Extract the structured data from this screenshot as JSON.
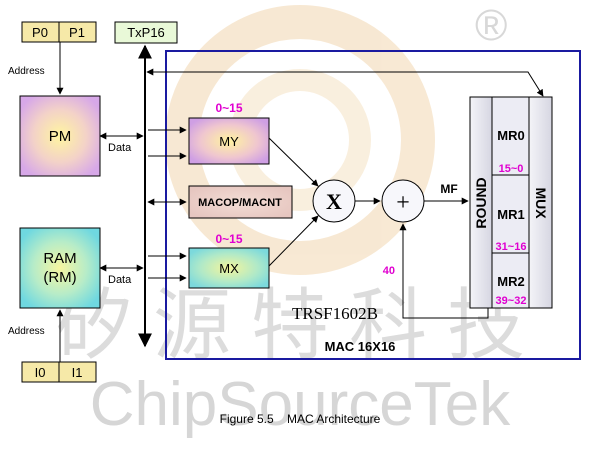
{
  "diagram": {
    "caption": "Figure 5.5    MAC Architecture",
    "watermark": {
      "cn": "矽源特科技",
      "en": "ChipSourceTek",
      "mark": "®"
    },
    "pointers_p": [
      "P0",
      "P1"
    ],
    "pointers_i": [
      "I0",
      "I1"
    ],
    "address_top": "Address",
    "address_bottom": "Address",
    "txp16": "TxP16",
    "pm_label": "PM",
    "ram_label_1": "RAM",
    "ram_label_2": "(RM)",
    "data_top": "Data",
    "data_bottom": "Data",
    "my_label": "MY",
    "my_range": "0~15",
    "mx_label": "MX",
    "mx_range": "0~15",
    "macop_label": "MACOP/MACNT",
    "multiply_symbol": "X",
    "add_symbol": "+",
    "mf_label": "MF",
    "feedback_value": "40",
    "round_label": "ROUND",
    "mux_label": "MUX",
    "mr0": "MR0",
    "mr0_range": "15~0",
    "mr1": "MR1",
    "mr1_range": "31~16",
    "mr2": "MR2",
    "mr2_range": "39~32",
    "chip_name": "TRSF1602B",
    "mac_title": "MAC 16X16"
  },
  "colors": {
    "blue_border": "#1a1aa0",
    "pointer_fill": "#f6e9a8",
    "txp_fill": "#e9f9d8",
    "magenta": "#e000d0",
    "watermark": "#d4d4d4",
    "logo": "#f2d7b0"
  }
}
